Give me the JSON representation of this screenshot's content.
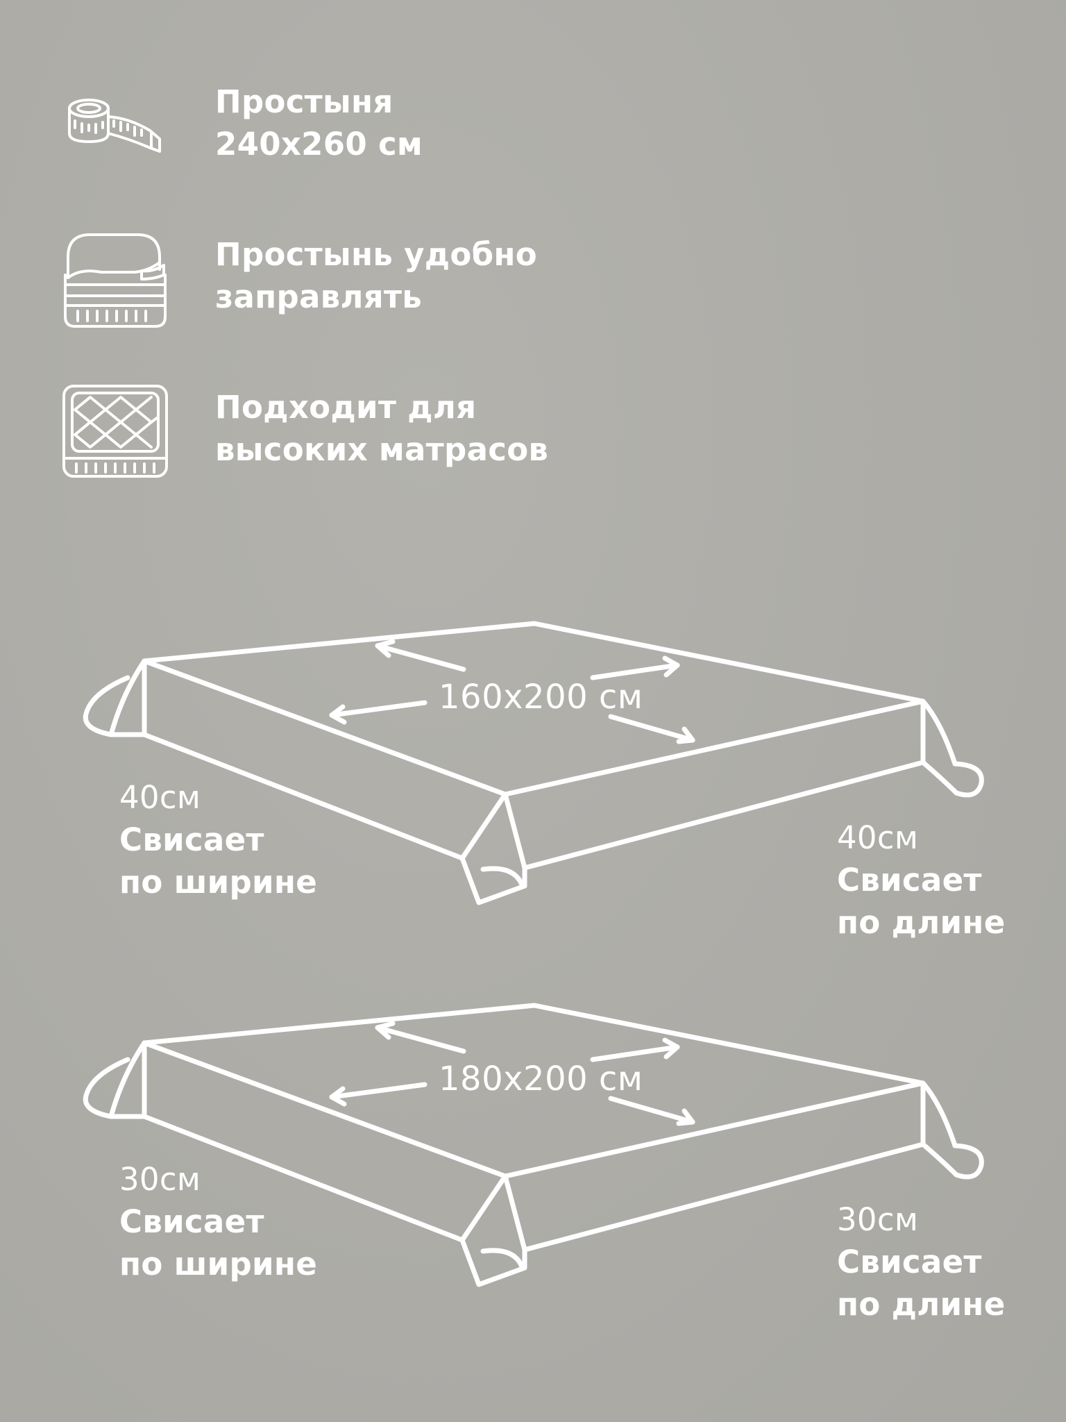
{
  "features": [
    {
      "icon": "measuring-tape-icon",
      "line1": "Простыня",
      "line2": "240х260 см"
    },
    {
      "icon": "bed-sheet-icon",
      "line1": "Простынь удобно",
      "line2": "заправлять"
    },
    {
      "icon": "quilted-mattress-icon",
      "line1": "Подходит для",
      "line2": "высоких матрасов"
    }
  ],
  "diagrams": [
    {
      "size": "160х200 см",
      "left": {
        "amount": "40см",
        "line1": "Свисает",
        "line2": "по ширине"
      },
      "right": {
        "amount": "40см",
        "line1": "Свисает",
        "line2": "по длине"
      }
    },
    {
      "size": "180х200 см",
      "left": {
        "amount": "30см",
        "line1": "Свисает",
        "line2": "по ширине"
      },
      "right": {
        "amount": "30см",
        "line1": "Свисает",
        "line2": "по длине"
      }
    }
  ],
  "colors": {
    "background": "#aeada8",
    "foreground": "#ffffff"
  }
}
